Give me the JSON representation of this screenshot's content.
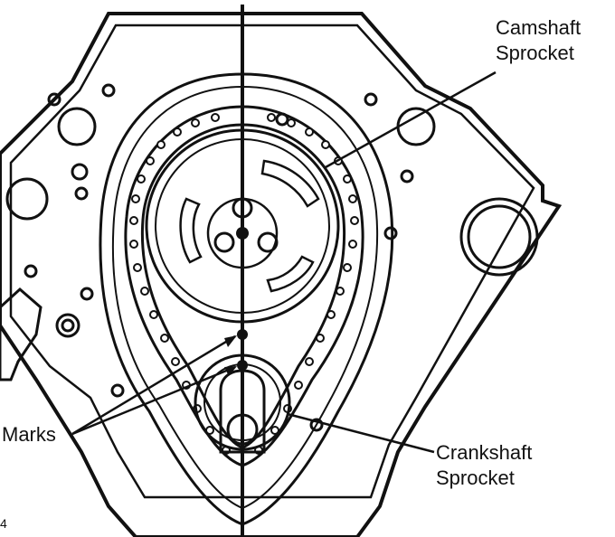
{
  "labels": {
    "camshaft_line1": "Camshaft",
    "camshaft_line2": "Sprocket",
    "crankshaft_line1": "Crankshaft",
    "crankshaft_line2": "Sprocket",
    "marks": "Marks",
    "figure_fragment": "4"
  },
  "colors": {
    "ink": "#111111",
    "background": "#ffffff"
  }
}
